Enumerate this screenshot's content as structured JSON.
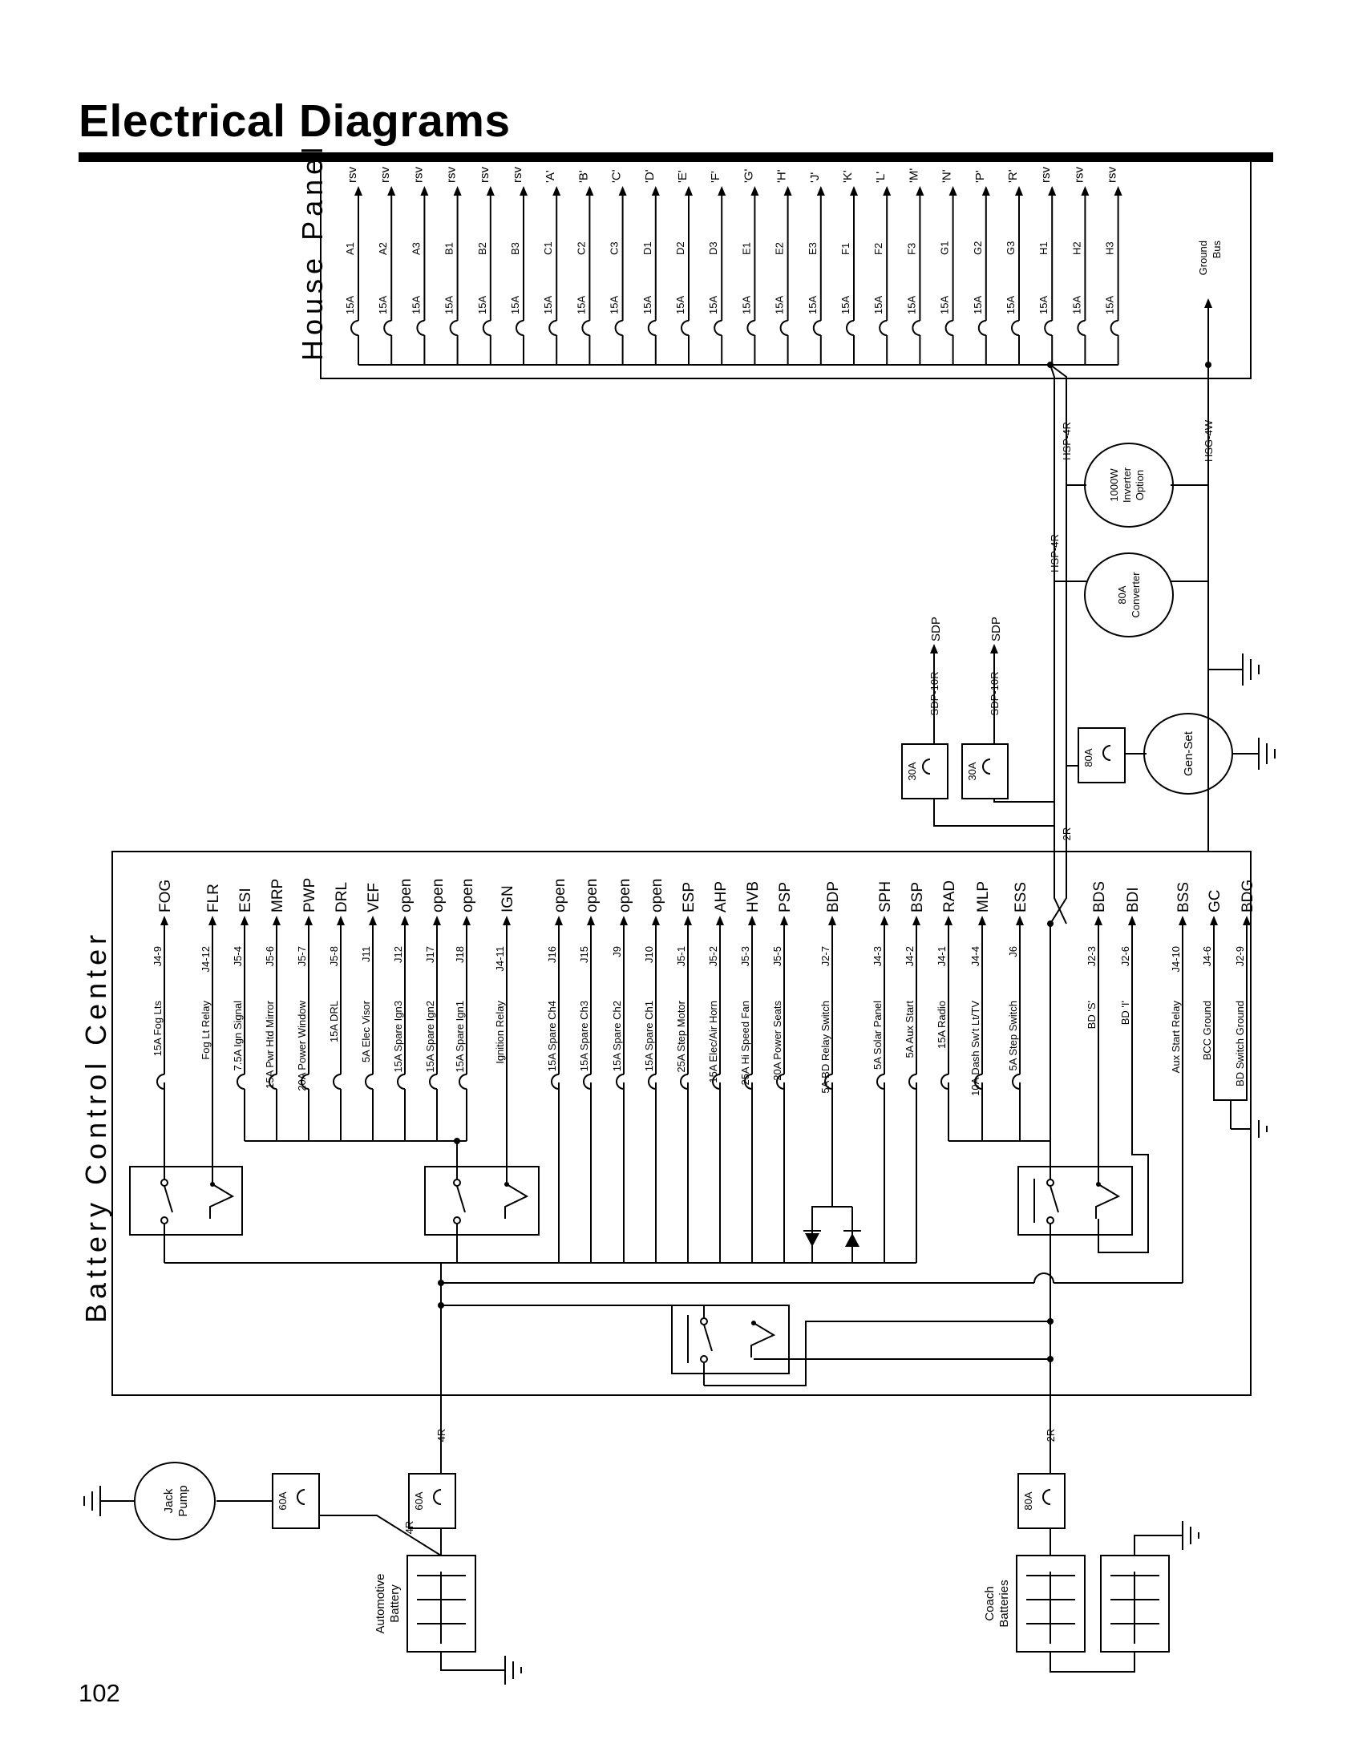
{
  "page": {
    "title": "Electrical Diagrams",
    "number": "102"
  },
  "house_panel": {
    "title": "House Panel",
    "ground_bus": "Ground Bus",
    "breakers": [
      {
        "amps": "15A",
        "id": "A1",
        "load": "rsv"
      },
      {
        "amps": "15A",
        "id": "A2",
        "load": "rsv"
      },
      {
        "amps": "15A",
        "id": "A3",
        "load": "rsv"
      },
      {
        "amps": "15A",
        "id": "B1",
        "load": "rsv"
      },
      {
        "amps": "15A",
        "id": "B2",
        "load": "rsv"
      },
      {
        "amps": "15A",
        "id": "B3",
        "load": "rsv"
      },
      {
        "amps": "15A",
        "id": "C1",
        "load": "'A'"
      },
      {
        "amps": "15A",
        "id": "C2",
        "load": "'B'"
      },
      {
        "amps": "15A",
        "id": "C3",
        "load": "'C'"
      },
      {
        "amps": "15A",
        "id": "D1",
        "load": "'D'"
      },
      {
        "amps": "15A",
        "id": "D2",
        "load": "'E'"
      },
      {
        "amps": "15A",
        "id": "D3",
        "load": "'F'"
      },
      {
        "amps": "15A",
        "id": "E1",
        "load": "'G'"
      },
      {
        "amps": "15A",
        "id": "E2",
        "load": "'H'"
      },
      {
        "amps": "15A",
        "id": "E3",
        "load": "'J'"
      },
      {
        "amps": "15A",
        "id": "F1",
        "load": "'K'"
      },
      {
        "amps": "15A",
        "id": "F2",
        "load": "'L'"
      },
      {
        "amps": "15A",
        "id": "F3",
        "load": "'M'"
      },
      {
        "amps": "15A",
        "id": "G1",
        "load": "'N'"
      },
      {
        "amps": "15A",
        "id": "G2",
        "load": "'P'"
      },
      {
        "amps": "15A",
        "id": "G3",
        "load": "'R'"
      },
      {
        "amps": "15A",
        "id": "H1",
        "load": "rsv"
      },
      {
        "amps": "15A",
        "id": "H2",
        "load": "rsv"
      },
      {
        "amps": "15A",
        "id": "H3",
        "load": "rsv"
      }
    ]
  },
  "wires": {
    "hsp_4r": "HSP-4R",
    "hsg_4w": "HSG-4W",
    "sdp_10r": "SDP-10R",
    "sdp": "SDP",
    "two_r": "2R",
    "four_r": "4R"
  },
  "devices": {
    "inverter": [
      "1000W",
      "Inverter",
      "Option"
    ],
    "converter": [
      "80A",
      "Converter"
    ],
    "genset": "Gen-Set",
    "genset_breaker": "80A",
    "sdp_breaker": "30A",
    "jack_pump": [
      "Jack",
      "Pump"
    ],
    "jack_breaker": "60A",
    "auto_breaker": "60A",
    "coach_breaker": "80A",
    "automotive_battery": [
      "Automotive",
      "Battery"
    ],
    "coach_batteries": [
      "Coach",
      "Batteries"
    ]
  },
  "bcc": {
    "title": "Battery Control Center",
    "circuits": [
      {
        "fuse": "15A Fog Lts",
        "pin": "J4-9",
        "code": "FOG"
      },
      {
        "fuse": "Fog Lt Relay",
        "pin": "J4-12",
        "code": "FLR"
      },
      {
        "fuse": "7.5A Ign Signal",
        "pin": "J5-4",
        "code": "ESI"
      },
      {
        "fuse": "15A Pwr Htd Mirror",
        "pin": "J5-6",
        "code": "MRP"
      },
      {
        "fuse": "20A Power Window",
        "pin": "J5-7",
        "code": "PWP"
      },
      {
        "fuse": "15A DRL",
        "pin": "J5-8",
        "code": "DRL"
      },
      {
        "fuse": "5A Elec Visor",
        "pin": "J11",
        "code": "VEF"
      },
      {
        "fuse": "15A Spare Ign3",
        "pin": "J12",
        "code": "open"
      },
      {
        "fuse": "15A Spare Ign2",
        "pin": "J17",
        "code": "open"
      },
      {
        "fuse": "15A Spare Ign1",
        "pin": "J18",
        "code": "open"
      },
      {
        "fuse": "Ignition Relay",
        "pin": "J4-11",
        "code": "IGN"
      },
      {
        "fuse": "15A Spare Ch4",
        "pin": "J16",
        "code": "open"
      },
      {
        "fuse": "15A Spare Ch3",
        "pin": "J15",
        "code": "open"
      },
      {
        "fuse": "15A Spare Ch2",
        "pin": "J9",
        "code": "open"
      },
      {
        "fuse": "15A Spare Ch1",
        "pin": "J10",
        "code": "open"
      },
      {
        "fuse": "25A Step Motor",
        "pin": "J5-1",
        "code": "ESP"
      },
      {
        "fuse": "15A Elec/Air Horn",
        "pin": "J5-2",
        "code": "AHP"
      },
      {
        "fuse": "25A Hi Speed Fan",
        "pin": "J5-3",
        "code": "HVB"
      },
      {
        "fuse": "20A Power Seats",
        "pin": "J5-5",
        "code": "PSP"
      },
      {
        "fuse": "5A BD Relay Switch",
        "pin": "J2-7",
        "code": "BDP"
      },
      {
        "fuse": "5A Solar Panel",
        "pin": "J4-3",
        "code": "SPH"
      },
      {
        "fuse": "5A Aux Start",
        "pin": "J4-2",
        "code": "BSP"
      },
      {
        "fuse": "15A Radio",
        "pin": "J4-1",
        "code": "RAD"
      },
      {
        "fuse": "10A Dash Sw't Lt/TV",
        "pin": "J4-4",
        "code": "MLP"
      },
      {
        "fuse": "5A Step Switch",
        "pin": "J6",
        "code": "ESS"
      },
      {
        "fuse": "BD 'S'",
        "pin": "J2-3",
        "code": "BDS"
      },
      {
        "fuse": "BD 'I'",
        "pin": "J2-6",
        "code": "BDI"
      },
      {
        "fuse": "Aux Start Relay",
        "pin": "J4-10",
        "code": "BSS"
      },
      {
        "fuse": "BCC Ground",
        "pin": "J4-6",
        "code": "GC"
      },
      {
        "fuse": "BD Switch Ground",
        "pin": "J2-9",
        "code": "BDG"
      }
    ]
  }
}
